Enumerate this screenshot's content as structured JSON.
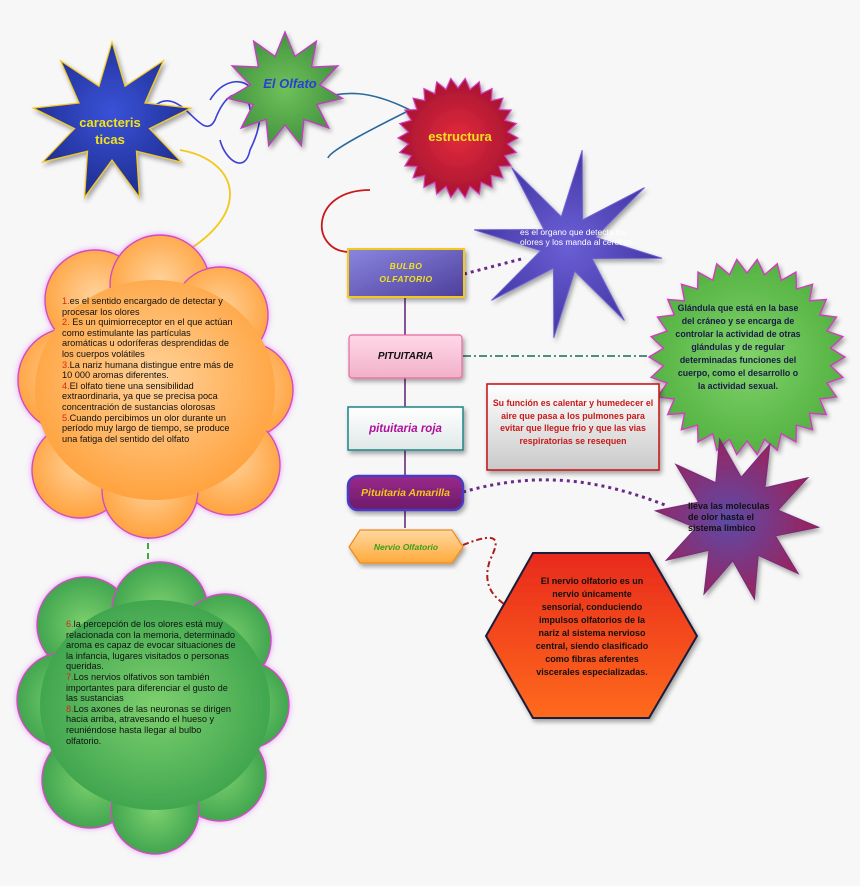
{
  "title": "El Olfato",
  "caracteristicas": "caracteris ticas",
  "estructura": "estructura",
  "bulbo": {
    "label": "BULBO OLFATORIO",
    "desc": "es el organo que detecta los olores y los manda al cerebro"
  },
  "pituitaria": {
    "label": "PITUITARIA",
    "desc": "Glándula que está en la base del cráneo y se encarga de controlar la actividad de otras glándulas y de regular determinadas funciones del cuerpo, como el desarrollo o la actividad sexual."
  },
  "pituitaria_roja": {
    "label": "pituitaria roja",
    "desc": "Su función es calentar y humedecer el aire que pasa a los pulmones para evitar que llegue frio y que las vias respiratorias se resequen"
  },
  "pituitaria_amarilla": {
    "label": "Pituitaria Amarilla",
    "desc": "lleva las moleculas de olor hasta el sistema limbico"
  },
  "nervio": {
    "label": "Nervio Olfatorio",
    "desc": "El nervio olfatorio es un nervio únicamente sensorial, conduciendo impulsos olfatorios de la nariz al sistema nervioso central, siendo clasificado como fibras aferentes viscerales especializadas."
  },
  "characteristics_1": [
    {
      "num": "1.",
      "text": "es el sentido encargado  de detectar y procesar los olores"
    },
    {
      "num": "2.",
      "text": " Es un quimiorreceptor en el que actúan como estimulante las partículas aromáticas u odoríferas desprendidas de los cuerpos volátiles"
    },
    {
      "num": "3.",
      "text": "La nariz humana distingue entre más de 10 000 aromas diferentes."
    },
    {
      "num": "4.",
      "text": "El olfato tiene una sensibilidad extraordinaria, ya que se precisa poca concentración de sustancias olorosas"
    },
    {
      "num": "5.",
      "text": "Cuando percibimos un olor durante un período muy largo de tiempo, se produce una fatiga del sentido del olfato"
    }
  ],
  "characteristics_2": [
    {
      "num": "6.",
      "text": "la percepción de los olores está muy relacionada con la memoria, determinado aroma es capaz de evocar situaciones de la infancia, lugares visitados o personas queridas."
    },
    {
      "num": "7.",
      "text": "Los nervios olfativos son también importantes para diferenciar el gusto de las sustancias"
    },
    {
      "num": "8.",
      "text": "Los axones de las neuronas se dirigen hacia arriba, atravesando el hueso y reuniéndose hasta llegar al bulbo olfatorio."
    }
  ]
}
